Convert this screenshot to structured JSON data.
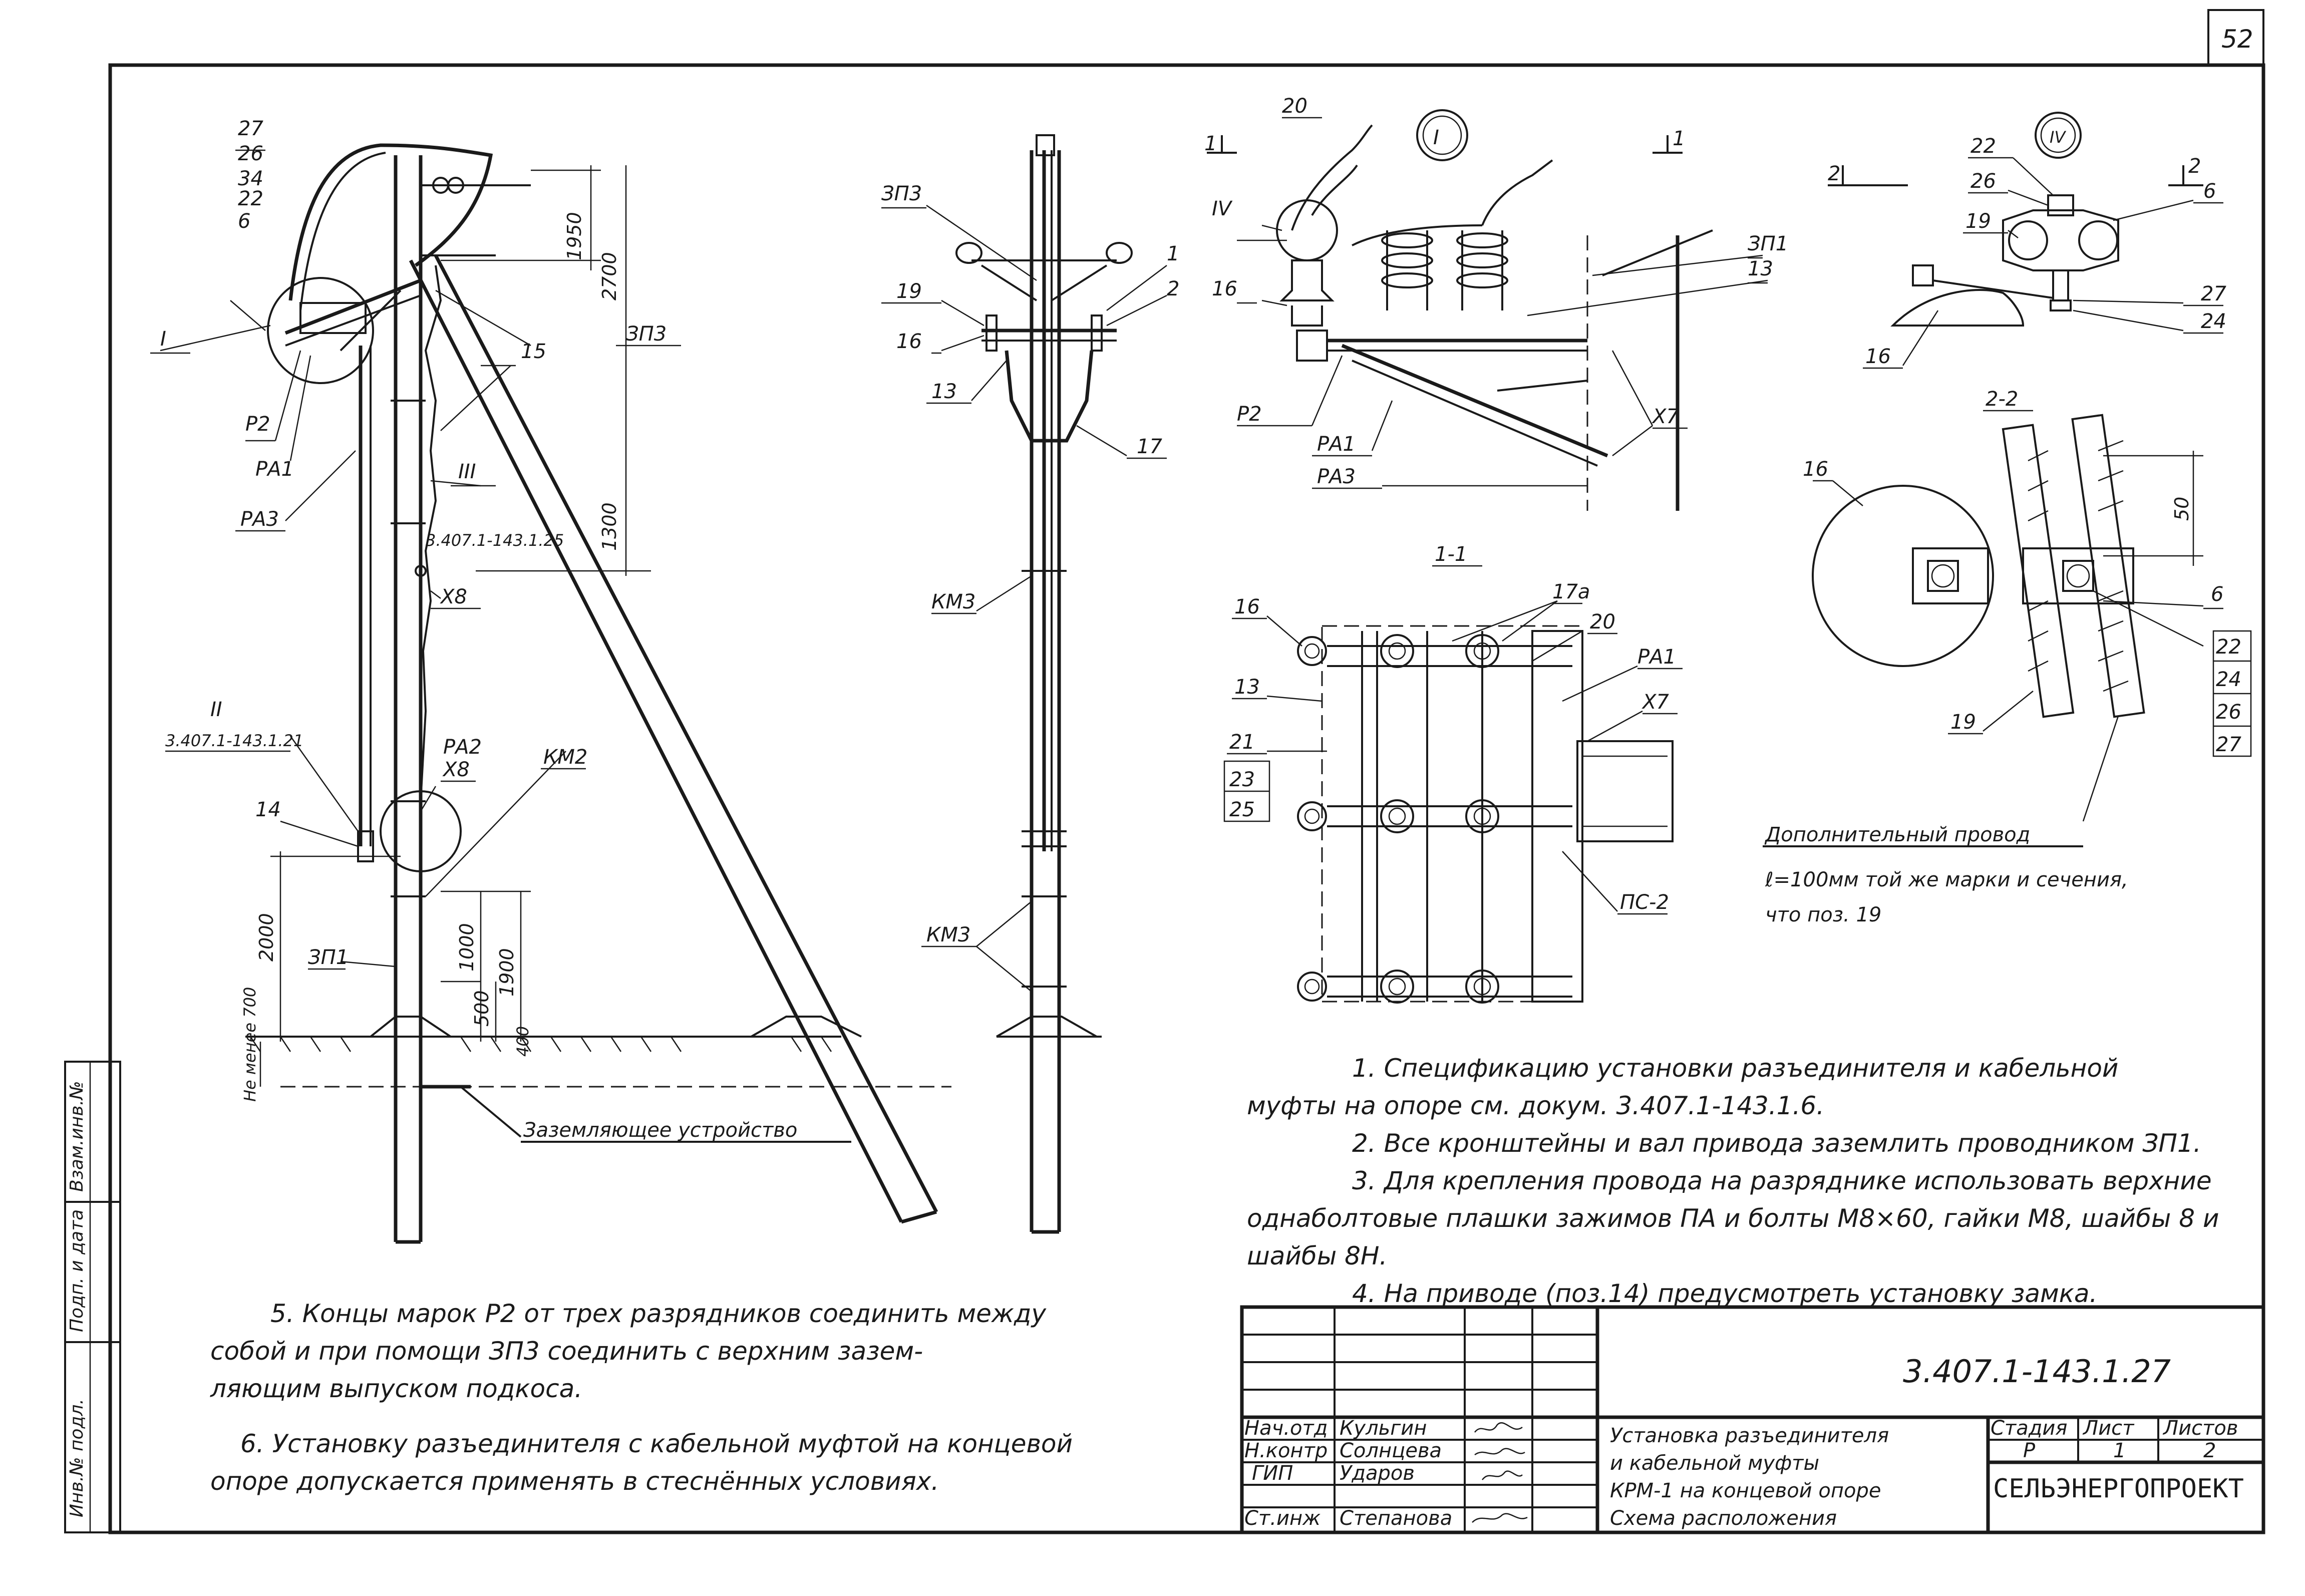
{
  "sheet_number": "52",
  "main_view_labels": {
    "callout_stack": [
      "27",
      "26",
      "34",
      "22",
      "6"
    ],
    "node_I": "I",
    "zp3": "ЗП3",
    "p15": "15",
    "R2": "Р2",
    "RA1": "РА1",
    "RA3": "РА3",
    "node_III": "III",
    "ref_III": "3.407.1-143.1.25",
    "x8": "Х8",
    "node_II": "II",
    "ref_II": "3.407.1-143.1.21",
    "p14": "14",
    "RA2": "РА2",
    "x8b": "Х8",
    "KM2": "КМ2",
    "ZP1": "ЗП1",
    "ground_note": "Заземляющее устройство",
    "depth_note": "Не менее 700"
  },
  "dimensions": {
    "d1950": "1950",
    "d2700": "2700",
    "d1300": "1300",
    "d2000": "2000",
    "d1000": "1000",
    "d1900": "1900",
    "d500": "500",
    "d400": "400"
  },
  "side_view_labels": {
    "zp3": "ЗП3",
    "p19": "19",
    "p16": "16",
    "p13": "13",
    "p1": "1",
    "p2": "2",
    "p17": "17",
    "km3a": "КМ3",
    "km3b": "КМ3"
  },
  "detail_I": {
    "circle": "I",
    "cut1a": "1",
    "cut1b": "1",
    "p20": "20",
    "node_IV": "IV",
    "p16": "16",
    "ZP1": "ЗП1",
    "p13": "13",
    "P2": "Р2",
    "RA1": "РА1",
    "RA3": "РА3",
    "X7": "Х7"
  },
  "section_1_1": {
    "title": "1-1",
    "p16": "16",
    "p17a": "17а",
    "p20": "20",
    "p13": "13",
    "RA1": "РА1",
    "X7": "Х7",
    "p21": "21",
    "p23": "23",
    "p25": "25",
    "PS2": "ПС-2"
  },
  "detail_IV": {
    "circle": "IV",
    "cut2a": "2",
    "cut2b": "2",
    "p22": "22",
    "p26": "26",
    "p6": "6",
    "p19": "19",
    "p27": "27",
    "p24": "24",
    "p16": "16"
  },
  "section_2_2": {
    "title": "2-2",
    "p16": "16",
    "d50": "50",
    "p6": "6",
    "stack": [
      "22",
      "24",
      "26",
      "27"
    ],
    "p19": "19",
    "caption": "Дополнительный провод",
    "caption_line1": "ℓ=100мм той же марки и сечения,",
    "caption_line2": "что поз. 19"
  },
  "notes_right": [
    "1. Спецификацию установки разъединителя и кабельной",
    "муфты на опоре см. докум. 3.407.1-143.1.6.",
    "2. Все кронштейны и вал привода заземлить проводником ЗП1.",
    "3. Для крепления провода на разряднике использовать верхние",
    "однаболтовые плашки зажимов ПА и болты М8×60, гайки М8, шайбы 8 и",
    "шайбы 8Н.",
    "4. На приводе (поз.14) предусмотреть установку замка."
  ],
  "notes_left": [
    "5. Концы марок Р2 от трех разрядников соединить между",
    "собой и при помощи ЗП3 соединить с верхним заземляющим выпуском подкоса."
  ],
  "notes_left_lines": [
    "5. Концы марок Р2 от трех разрядников соединить между",
    "собой  и  при  помощи  ЗП3  соединить  с верхним  зазем-",
    "ляющим  выпуском  подкоса.",
    "6. Установку разъединителя с кабельной муфтой на концевой",
    "опоре  допускается   применять в   стеснённых  условиях."
  ],
  "title_block": {
    "doc_code": "3.407.1-143.1.27",
    "roles": [
      {
        "role": "Нач.отд",
        "name": "Кульгин"
      },
      {
        "role": "Н.контр",
        "name": "Солнцева"
      },
      {
        "role": "ГИП",
        "name": "Ударов"
      },
      {
        "role": "",
        "name": ""
      },
      {
        "role": "Ст.инж",
        "name": "Степанова"
      }
    ],
    "title_lines": [
      "Установка разъединителя",
      "и кабельной муфты",
      "КРМ-1 на концевой опоре",
      "Схема расположения"
    ],
    "stage_header": "Стадия",
    "sheet_header": "Лист",
    "sheets_header": "Листов",
    "stage": "Р",
    "sheet": "1",
    "sheets": "2",
    "firm": "СЕЛЬЭНЕРГОПРОЕКТ"
  },
  "side_stamp": [
    "Инв.№ подл.",
    "Подп. и дата",
    "Взам.инв.№"
  ]
}
